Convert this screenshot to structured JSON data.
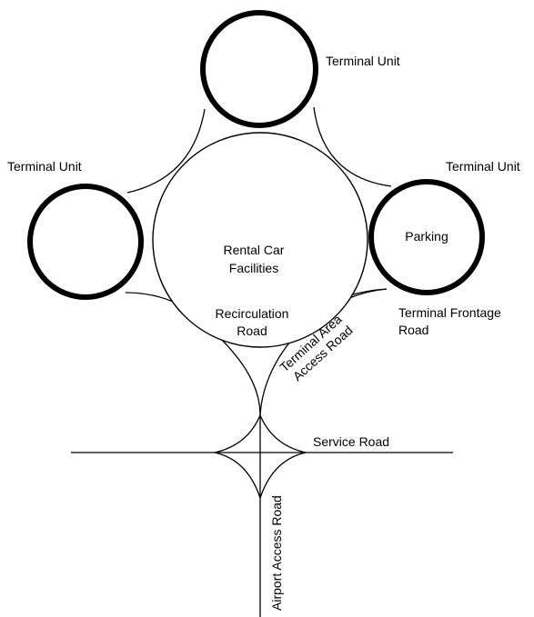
{
  "labels": {
    "terminal_unit_top": "Terminal Unit",
    "terminal_unit_left": "Terminal Unit",
    "terminal_unit_right": "Terminal Unit",
    "parking": "Parking",
    "rental_car_line1": "Rental Car",
    "rental_car_line2": "Facilities",
    "recirculation_line1": "Recirculation",
    "recirculation_line2": "Road",
    "terminal_frontage_line1": "Terminal Frontage",
    "terminal_frontage_line2": "Road",
    "terminal_area_access_line1": "Terminal Area",
    "terminal_area_access_line2": "Access Road",
    "service_road": "Service Road",
    "airport_access_road": "Airport Access Road"
  },
  "colors": {
    "stroke": "#000000",
    "background": "#ffffff"
  }
}
